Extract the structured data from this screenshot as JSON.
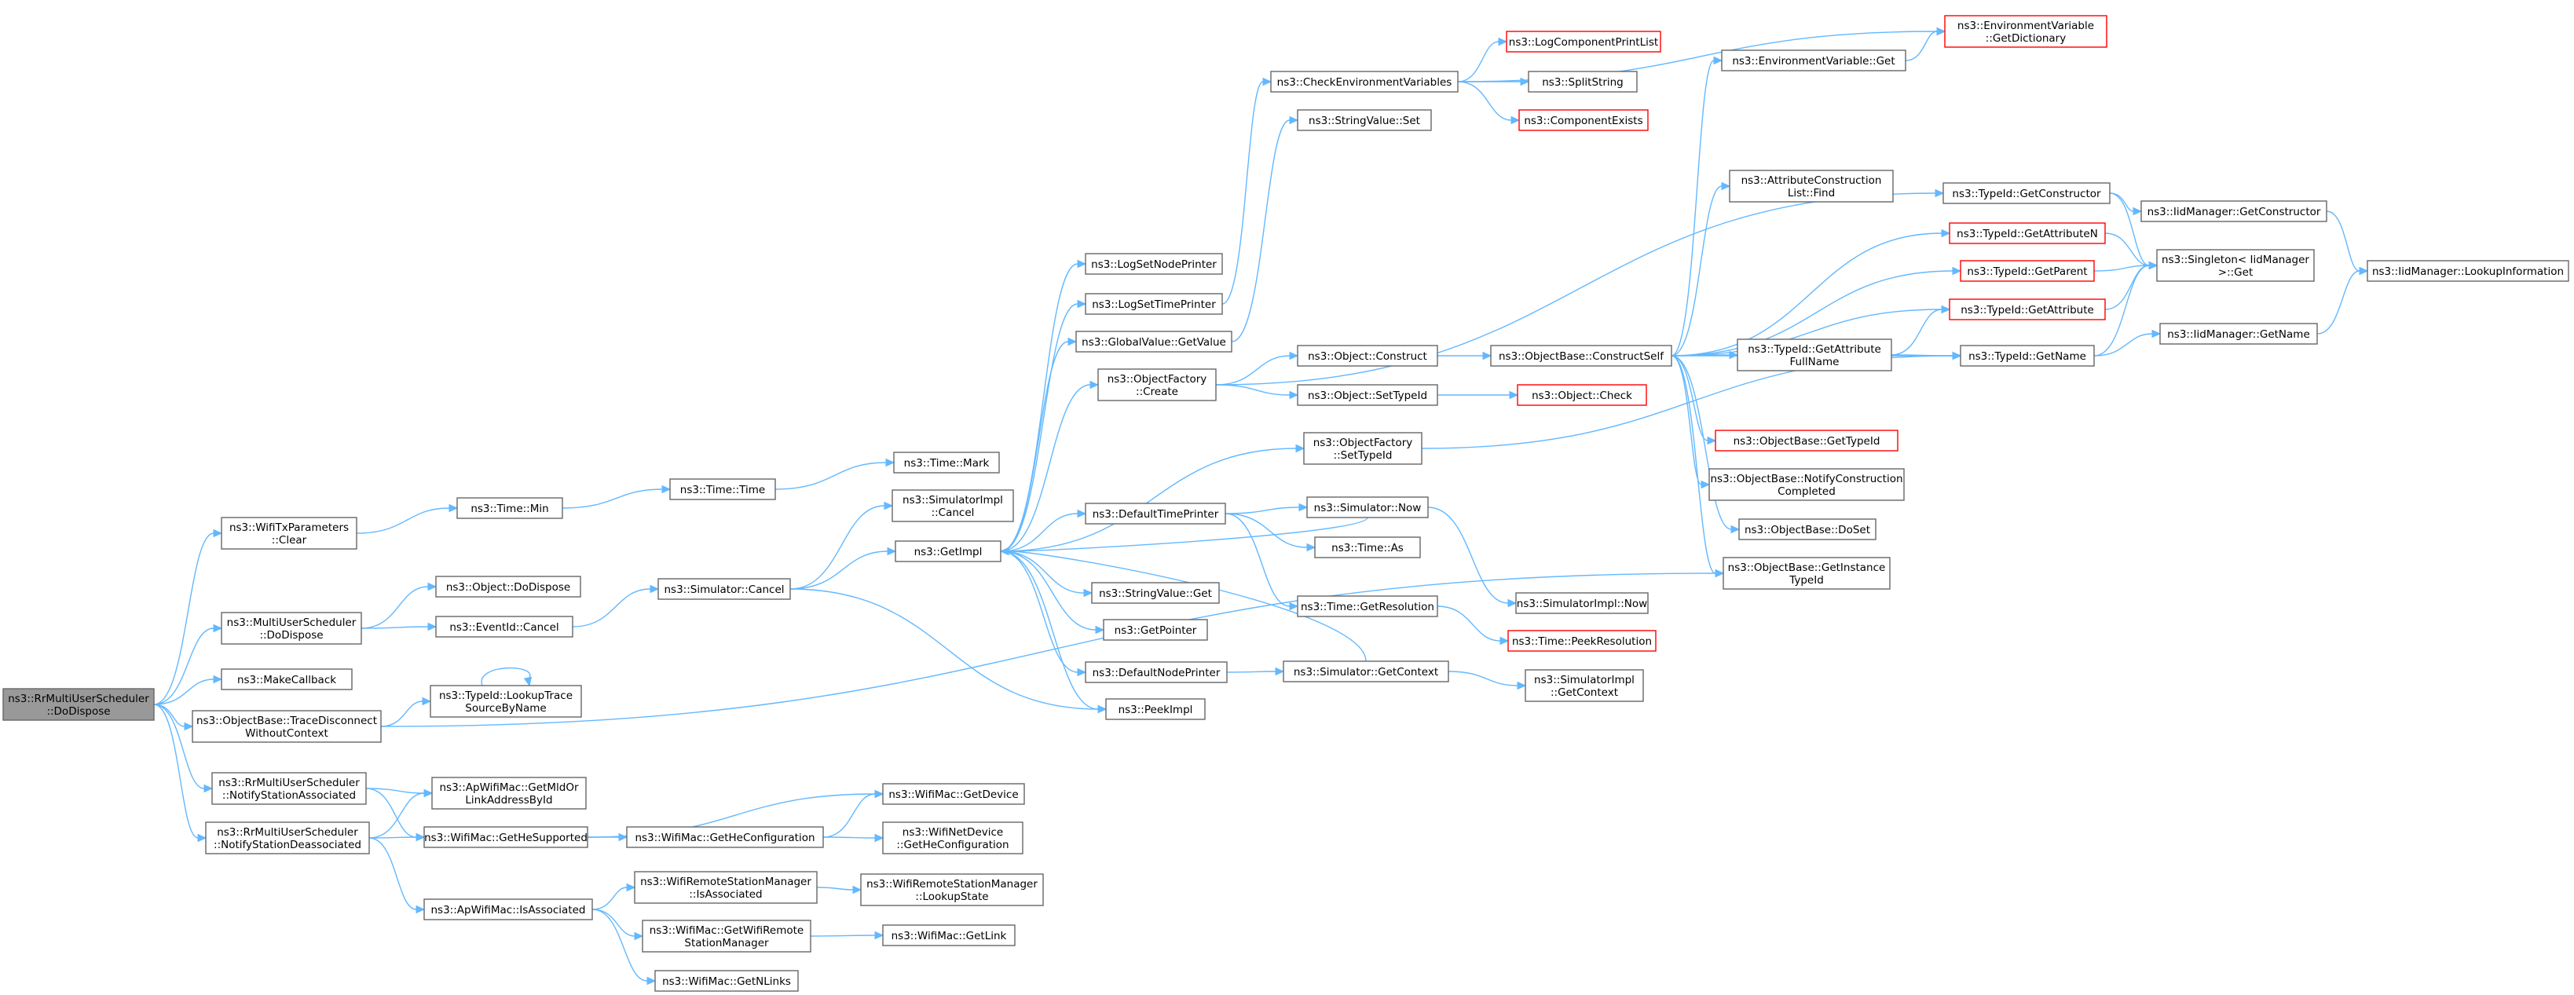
{
  "nodes": {
    "root": [
      "ns3::RrMultiUserScheduler",
      "::DoDispose"
    ],
    "wtxclear": [
      "ns3::WifiTxParameters",
      "::Clear"
    ],
    "mudispose": [
      "ns3::MultiUserScheduler",
      "::DoDispose"
    ],
    "makecb": [
      "ns3::MakeCallback"
    ],
    "tracedisc": [
      "ns3::ObjectBase::TraceDisconnect",
      "WithoutContext"
    ],
    "notifyassoc": [
      "ns3::RrMultiUserScheduler",
      "::NotifyStationAssociated"
    ],
    "notifydeassoc": [
      "ns3::RrMultiUserScheduler",
      "::NotifyStationDeassociated"
    ],
    "timemin": [
      "ns3::Time::Min"
    ],
    "objdispose": [
      "ns3::Object::DoDispose"
    ],
    "evcancel": [
      "ns3::EventId::Cancel"
    ],
    "lookuptrace": [
      "ns3::TypeId::LookupTrace",
      "SourceByName"
    ],
    "getmld": [
      "ns3::ApWifiMac::GetMldOr",
      "LinkAddressById"
    ],
    "gethesup": [
      "ns3::WifiMac::GetHeSupported"
    ],
    "isassoc": [
      "ns3::ApWifiMac::IsAssociated"
    ],
    "timetime": [
      "ns3::Time::Time"
    ],
    "simcancel": [
      "ns3::Simulator::Cancel"
    ],
    "timemark": [
      "ns3::Time::Mark"
    ],
    "simimplcancel": [
      "ns3::SimulatorImpl",
      "::Cancel"
    ],
    "getimpl": [
      "ns3::GetImpl"
    ],
    "logsetnode": [
      "ns3::LogSetNodePrinter"
    ],
    "logsettime": [
      "ns3::LogSetTimePrinter"
    ],
    "gvgetvalue": [
      "ns3::GlobalValue::GetValue"
    ],
    "ofcreate": [
      "ns3::ObjectFactory",
      "::Create"
    ],
    "ofsettypeid": [
      "ns3::ObjectFactory",
      "::SetTypeId"
    ],
    "deftimeprinter": [
      "ns3::DefaultTimePrinter"
    ],
    "svget": [
      "ns3::StringValue::Get"
    ],
    "getpointer": [
      "ns3::GetPointer"
    ],
    "defnodeprinter": [
      "ns3::DefaultNodePrinter"
    ],
    "peekimpl": [
      "ns3::PeekImpl"
    ],
    "checkenv": [
      "ns3::CheckEnvironmentVariables"
    ],
    "svset": [
      "ns3::StringValue::Set"
    ],
    "logcomplist": [
      "ns3::LogComponentPrintList"
    ],
    "splitstring": [
      "ns3::SplitString"
    ],
    "compexists": [
      "ns3::ComponentExists"
    ],
    "envgetdict": [
      "ns3::EnvironmentVariable",
      "::GetDictionary"
    ],
    "envget": [
      "ns3::EnvironmentVariable::Get"
    ],
    "objconstruct": [
      "ns3::Object::Construct"
    ],
    "objsettypeid": [
      "ns3::Object::SetTypeId"
    ],
    "obconstructself": [
      "ns3::ObjectBase::ConstructSelf"
    ],
    "objcheck": [
      "ns3::Object::Check"
    ],
    "simnow": [
      "ns3::Simulator::Now"
    ],
    "timeas": [
      "ns3::Time::As"
    ],
    "timegetres": [
      "ns3::Time::GetResolution"
    ],
    "simgetctx": [
      "ns3::Simulator::GetContext"
    ],
    "simimplnow": [
      "ns3::SimulatorImpl::Now"
    ],
    "timepeekres": [
      "ns3::Time::PeekResolution"
    ],
    "simimplgetctx": [
      "ns3::SimulatorImpl",
      "::GetContext"
    ],
    "attrlistfind": [
      "ns3::AttributeConstruction",
      "List::Find"
    ],
    "tidgetctor": [
      "ns3::TypeId::GetConstructor"
    ],
    "tidgetattrn": [
      "ns3::TypeId::GetAttributeN"
    ],
    "tidgetparent": [
      "ns3::TypeId::GetParent"
    ],
    "tidgetattr": [
      "ns3::TypeId::GetAttribute"
    ],
    "tidgetattrfull": [
      "ns3::TypeId::GetAttribute",
      "FullName"
    ],
    "tidgetname": [
      "ns3::TypeId::GetName"
    ],
    "obgettypeid": [
      "ns3::ObjectBase::GetTypeId"
    ],
    "obnotifyconst": [
      "ns3::ObjectBase::NotifyConstruction",
      "Completed"
    ],
    "obdoset": [
      "ns3::ObjectBase::DoSet"
    ],
    "obgetinst": [
      "ns3::ObjectBase::GetInstance",
      "TypeId"
    ],
    "iidgetctor": [
      "ns3::IidManager::GetConstructor"
    ],
    "singletonget": [
      "ns3::Singleton< IidManager",
      " >::Get"
    ],
    "iidlookup": [
      "ns3::IidManager::LookupInformation"
    ],
    "iidgetname": [
      "ns3::IidManager::GetName"
    ],
    "wmgetdevice": [
      "ns3::WifiMac::GetDevice"
    ],
    "wmgethecfg": [
      "ns3::WifiMac::GetHeConfiguration"
    ],
    "wndgethecfg": [
      "ns3::WifiNetDevice",
      "::GetHeConfiguration"
    ],
    "wrsmisassoc": [
      "ns3::WifiRemoteStationManager",
      "::IsAssociated"
    ],
    "wrsmlookup": [
      "ns3::WifiRemoteStationManager",
      "::LookupState"
    ],
    "wmgetwrsm": [
      "ns3::WifiMac::GetWifiRemote",
      "StationManager"
    ],
    "wmgetlink": [
      "ns3::WifiMac::GetLink"
    ],
    "wmgetnlinks": [
      "ns3::WifiMac::GetNLinks"
    ]
  },
  "colors": {
    "edge": "#63b8ff",
    "node_border": "#666666",
    "incomplete_border": "#ff0000",
    "root_fill": "#999999"
  }
}
